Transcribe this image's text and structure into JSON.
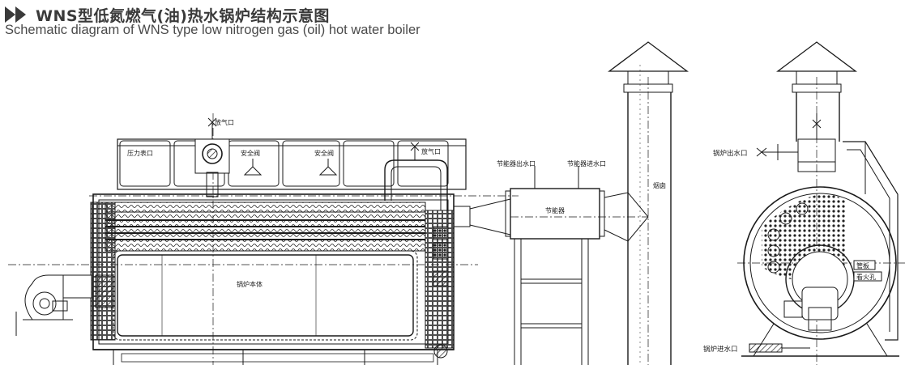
{
  "title_cn": "WNS型低氮燃气(油)热水锅炉结构示意图",
  "title_en": "Schematic diagram of WNS type low nitrogen gas (oil) hot water boiler",
  "labels": {
    "vent_top": "放气口",
    "vent_right": "放气口",
    "pressure_gauge": "压力表口",
    "safety_valve_1": "安全阀",
    "safety_valve_2": "安全阀",
    "boiler_body": "锅炉本体",
    "economizer_outlet": "节能器出水口",
    "economizer_inlet": "节能器进水口",
    "economizer": "节能器",
    "chimney": "烟囱",
    "boiler_water_outlet": "锅炉出水口",
    "boiler_water_inlet": "锅炉进水口",
    "tube_plate": "管板",
    "fire_view_hole": "看火孔"
  },
  "icons": {
    "title_marker": "double-chevron-right-icon"
  },
  "colors": {
    "line": "#1a1a1a",
    "title_icon": "#3a3a3a"
  }
}
